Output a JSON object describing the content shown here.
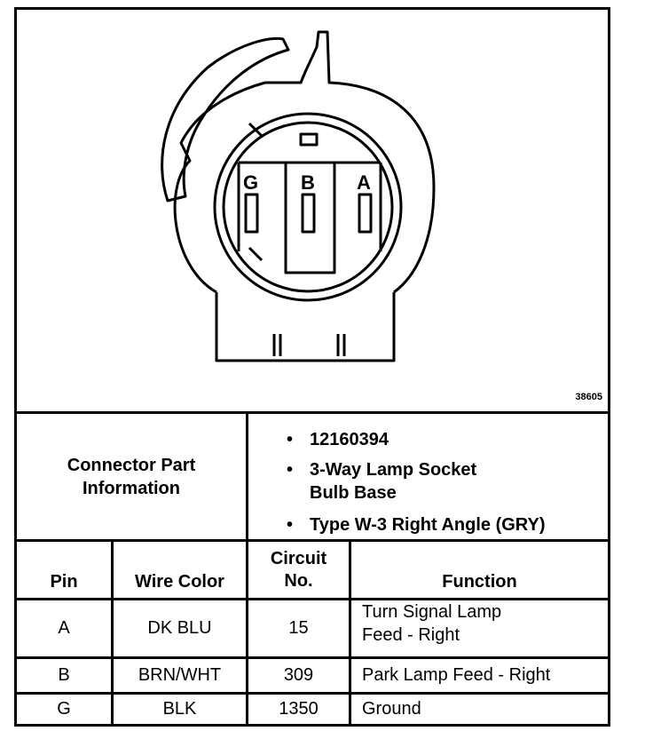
{
  "figure_number": "38605",
  "connector": {
    "pins": [
      "G",
      "B",
      "A"
    ]
  },
  "info": {
    "heading_line1": "Connector Part",
    "heading_line2": "Information",
    "items": [
      {
        "lines": [
          "12160394"
        ]
      },
      {
        "lines": [
          "3-Way Lamp Socket",
          "Bulb Base"
        ]
      },
      {
        "lines": [
          "Type W-3 Right Angle (GRY)"
        ]
      }
    ]
  },
  "table": {
    "headers": {
      "pin": "Pin",
      "wire_color": "Wire Color",
      "circuit_line1": "Circuit",
      "circuit_line2": "No.",
      "function": "Function"
    },
    "rows": [
      {
        "pin": "A",
        "wire_color": "DK BLU",
        "circuit": "15",
        "function_line1": "Turn Signal Lamp",
        "function_line2": "Feed - Right"
      },
      {
        "pin": "B",
        "wire_color": "BRN/WHT",
        "circuit": "309",
        "function_line1": "Park Lamp Feed - Right",
        "function_line2": ""
      },
      {
        "pin": "G",
        "wire_color": "BLK",
        "circuit": "1350",
        "function_line1": "Ground",
        "function_line2": ""
      }
    ]
  }
}
